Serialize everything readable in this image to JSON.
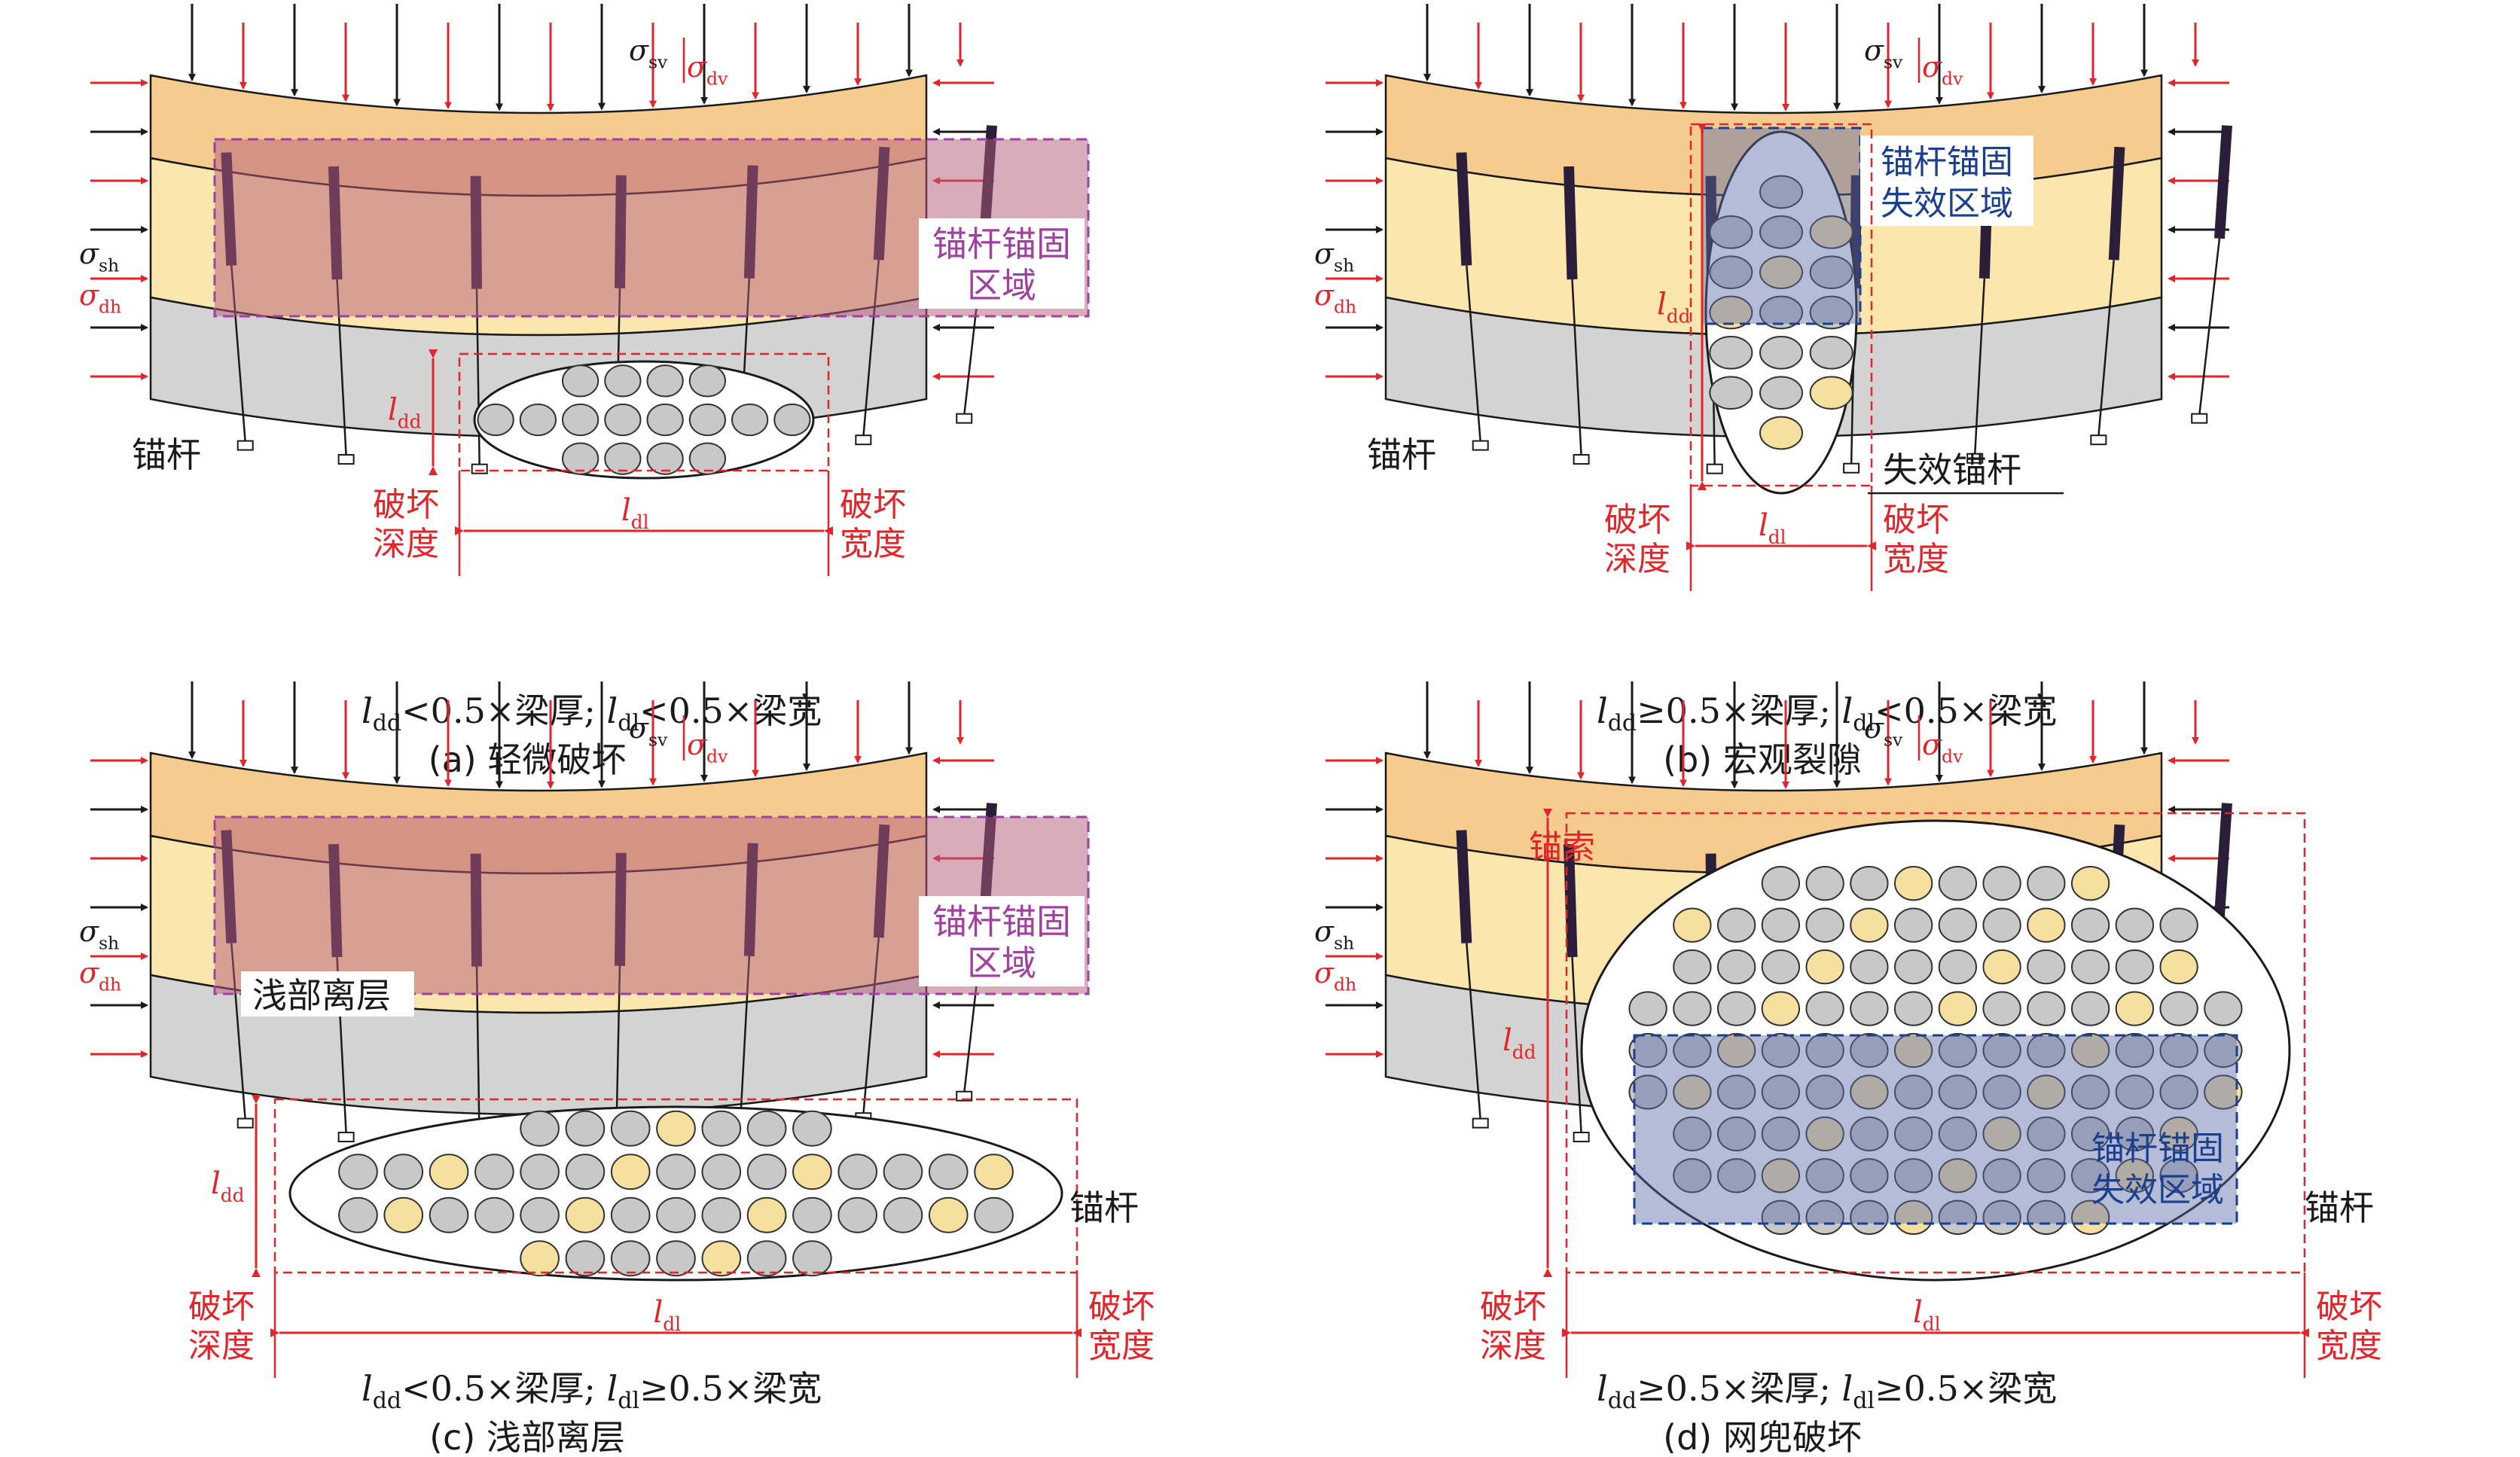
{
  "colors": {
    "red": "#e0262b",
    "black": "#1a1a1a",
    "layer_top": "#f6cc8e",
    "layer_mid": "#fbe6ad",
    "layer_bottom": "#d3d3d3",
    "anchor_zone": "#b45a7a",
    "fail_zone": "#5a6aa8",
    "bolt": "#2b1e3a",
    "rubble_gray": "#c8c8c8",
    "rubble_yellow": "#f6e0a0"
  },
  "stress": {
    "sigma": "σ",
    "sv_sub": "sv",
    "dv_sub": "dv",
    "sh_sub": "sh",
    "dh_sub": "dh"
  },
  "dims": {
    "l": "l",
    "dd_sub": "dd",
    "dl_sub": "dl",
    "depth": [
      "破坏",
      "深度"
    ],
    "width": [
      "破坏",
      "宽度"
    ]
  },
  "panels": [
    {
      "caption": "(a) 轻微破坏",
      "cond_a": "<0.5×梁厚; ",
      "cond_b": "<0.5×梁宽",
      "labels": {
        "bolt": "锚杆",
        "zone": [
          "锚杆锚固",
          "区域"
        ]
      }
    },
    {
      "caption": "(b) 宏观裂隙",
      "cond_a": "≥0.5×梁厚; ",
      "cond_b": "<0.5×梁宽",
      "labels": {
        "bolt": "锚杆",
        "zone": [
          "锚杆锚固",
          "失效区域"
        ],
        "failed": "失效锚杆"
      }
    },
    {
      "caption": "(c) 浅部离层",
      "cond_a": "<0.5×梁厚; ",
      "cond_b": "≥0.5×梁宽",
      "labels": {
        "bolt": "锚杆",
        "zone": [
          "锚杆锚固",
          "区域"
        ],
        "sep": "浅部离层"
      }
    },
    {
      "caption": "(d) 网兜破坏",
      "cond_a": "≥0.5×梁厚; ",
      "cond_b": "≥0.5×梁宽",
      "labels": {
        "bolt": "锚杆",
        "zone": [
          "锚杆锚固",
          "失效区域"
        ],
        "cable": "锚索"
      }
    }
  ]
}
